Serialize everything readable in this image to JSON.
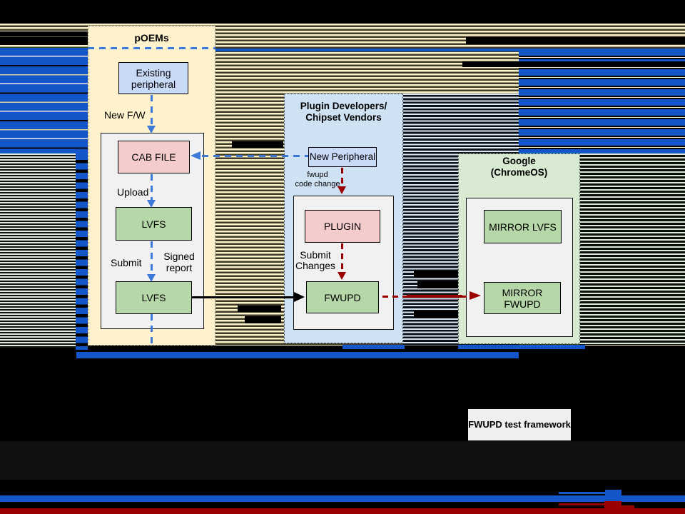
{
  "glitch": {
    "colors": {
      "glitch_blue": "#1356c9",
      "tan_stripe_light": "#fdf1c9",
      "tan_stripe_dark": "#3e3a28",
      "green_stripe_light": "#dde9d8",
      "lightblue_stripe_light": "#dce9f6",
      "dark_band": "#111111",
      "bottom_red_bar": "#990000"
    }
  },
  "diagram": {
    "colors": {
      "poems_panel": "#fff2cc",
      "plugin_panel": "#cfe2f3",
      "google_panel": "#d9ead3",
      "container_gray": "#f1f1f1",
      "box_blue": "#c9daf8",
      "box_pink": "#f4cccc",
      "box_green": "#b6d7a8",
      "arrow_dashed_blue": "#3c78d8",
      "arrow_dashed_red": "#990000",
      "arrow_solid_black": "#000000"
    },
    "poems": {
      "title": "pOEMs"
    },
    "plugin_vendors": {
      "title_line1": "Plugin Developers/",
      "title_line2": "Chipset Vendors"
    },
    "google": {
      "title_line1": "Google",
      "title_line2": "(ChromeOS)"
    },
    "boxes": {
      "existing_peripheral_line1": "Existing",
      "existing_peripheral_line2": "peripheral",
      "cab_file": "CAB FILE",
      "lvfs_upload": "LVFS",
      "lvfs_submit": "LVFS",
      "new_peripheral": "New Peripheral",
      "plugin": "PLUGIN",
      "fwupd": "FWUPD",
      "mirror_lvfs": "MIRROR LVFS",
      "mirror_fwupd": "MIRROR FWUPD",
      "fwupd_test_framework": "FWUPD test framework"
    },
    "labels": {
      "new_fw": "New F/W",
      "upload": "Upload",
      "submit": "Submit",
      "signed_line1": "Signed",
      "signed_line2": "report",
      "fwupd_change_line1": "fwupd",
      "fwupd_change_line2": "code change",
      "submit_changes_line1": "Submit",
      "submit_changes_line2": "Changes"
    }
  }
}
